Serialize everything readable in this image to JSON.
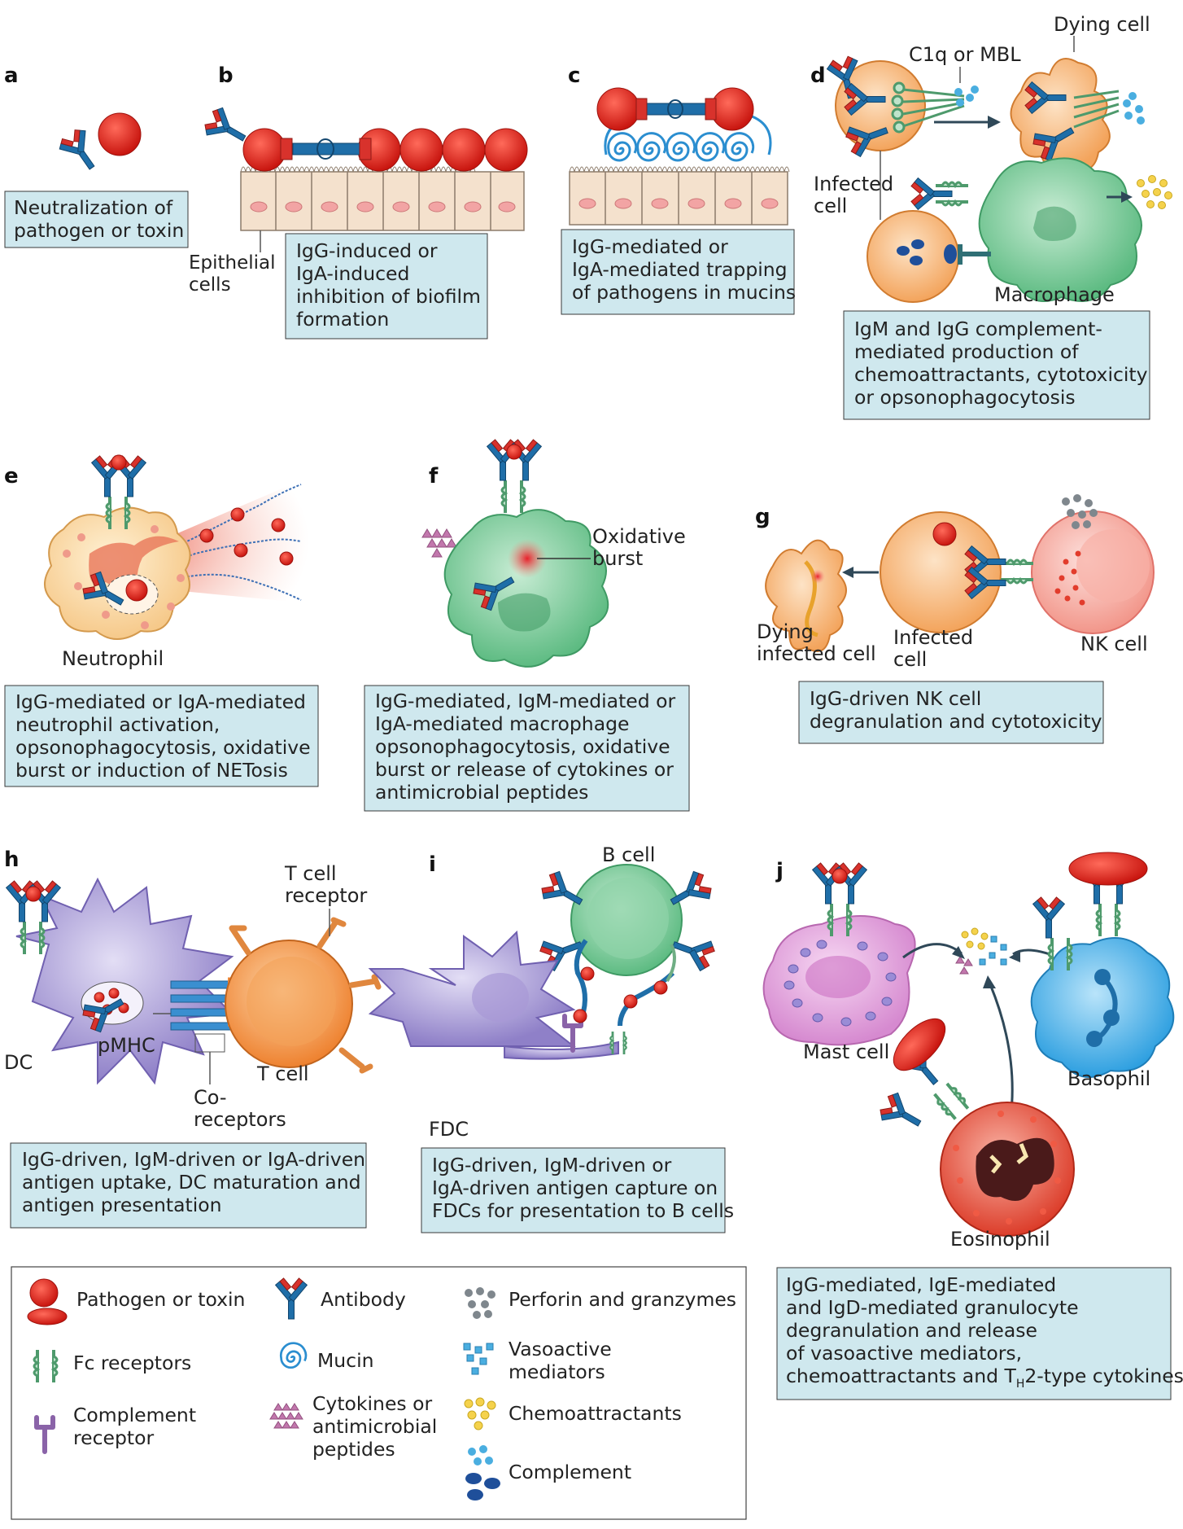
{
  "panels": {
    "a": {
      "letter": "a",
      "caption": [
        "Neutralization of",
        "pathogen or toxin"
      ]
    },
    "b": {
      "letter": "b",
      "caption": [
        "IgG-induced or",
        "IgA-induced",
        "inhibition of biofilm",
        "formation"
      ],
      "labels": [
        "Epithelial",
        "cells"
      ]
    },
    "c": {
      "letter": "c",
      "caption": [
        "IgG-mediated or",
        "IgA-mediated trapping",
        "of pathogens in mucins"
      ]
    },
    "d": {
      "letter": "d",
      "caption": [
        "IgM and IgG complement-",
        "mediated production of",
        "chemoattractants, cytotoxicity",
        "or opsonophagocytosis"
      ],
      "labels": {
        "dying_cell": "Dying cell",
        "c1q": "C1q or MBL",
        "infected_cell": [
          "Infected",
          "cell"
        ],
        "macrophage": "Macrophage"
      }
    },
    "e": {
      "letter": "e",
      "caption": [
        "IgG-mediated or IgA-mediated",
        "neutrophil activation,",
        "opsonophagocytosis, oxidative",
        "burst or induction of NETosis"
      ],
      "labels": {
        "neutrophil": "Neutrophil"
      }
    },
    "f": {
      "letter": "f",
      "caption": [
        "IgG-mediated, IgM-mediated or",
        "IgA-mediated macrophage",
        "opsonophagocytosis, oxidative",
        "burst or release of cytokines or",
        "antimicrobial peptides"
      ],
      "labels": {
        "oxidative_burst": [
          "Oxidative",
          "burst"
        ]
      }
    },
    "g": {
      "letter": "g",
      "caption": [
        "IgG-driven NK cell",
        "degranulation and cytotoxicity"
      ],
      "labels": {
        "dying": [
          "Dying",
          "infected cell"
        ],
        "infected": [
          "Infected",
          "cell"
        ],
        "nk": "NK cell"
      }
    },
    "h": {
      "letter": "h",
      "caption": [
        "IgG-driven, IgM-driven or IgA-driven",
        "antigen uptake, DC maturation and",
        "antigen presentation"
      ],
      "labels": {
        "tcr": [
          "T cell",
          "receptor"
        ],
        "dc": "DC",
        "pmhc": "pMHC",
        "tcell": "T cell",
        "coreceptors": [
          "Co-",
          "receptors"
        ]
      }
    },
    "i": {
      "letter": "i",
      "caption": [
        "IgG-driven, IgM-driven or",
        "IgA-driven antigen capture on",
        "FDCs for presentation to B cells"
      ],
      "labels": {
        "bcell": "B cell",
        "fdc": "FDC"
      }
    },
    "j": {
      "letter": "j",
      "caption": [
        "IgG-mediated, IgE-mediated",
        "and IgD-mediated granulocyte",
        "degranulation and release",
        "of vasoactive mediators,",
        "chemoattractants and T",
        "H",
        "2-type cytokines"
      ],
      "labels": {
        "mast": "Mast cell",
        "basophil": "Basophil",
        "eosinophil": "Eosinophil"
      }
    }
  },
  "legend": {
    "pathogen": "Pathogen or toxin",
    "antibody": "Antibody",
    "perforin": "Perforin and granzymes",
    "fc": "Fc receptors",
    "mucin": "Mucin",
    "vasoactive": [
      "Vasoactive",
      "mediators"
    ],
    "complement_receptor": [
      "Complement",
      "receptor"
    ],
    "cytokines": [
      "Cytokines or",
      "antimicrobial",
      "peptides"
    ],
    "chemoattractants": "Chemoattractants",
    "complement": "Complement"
  },
  "colors": {
    "pathogen": "#e0241c",
    "caption_box": "#cfe8ee",
    "antibody_blue": "#1f6ea8",
    "antibody_red": "#d8322c",
    "fc_green": "#6fae84",
    "macrophage": "#6fc08f",
    "dc": "#9b8ccf",
    "tcell": "#f08a3a",
    "bcell": "#7cc79b",
    "mast": "#d88ad2",
    "basophil": "#3aa6e0",
    "eosinophil": "#e0503a"
  }
}
